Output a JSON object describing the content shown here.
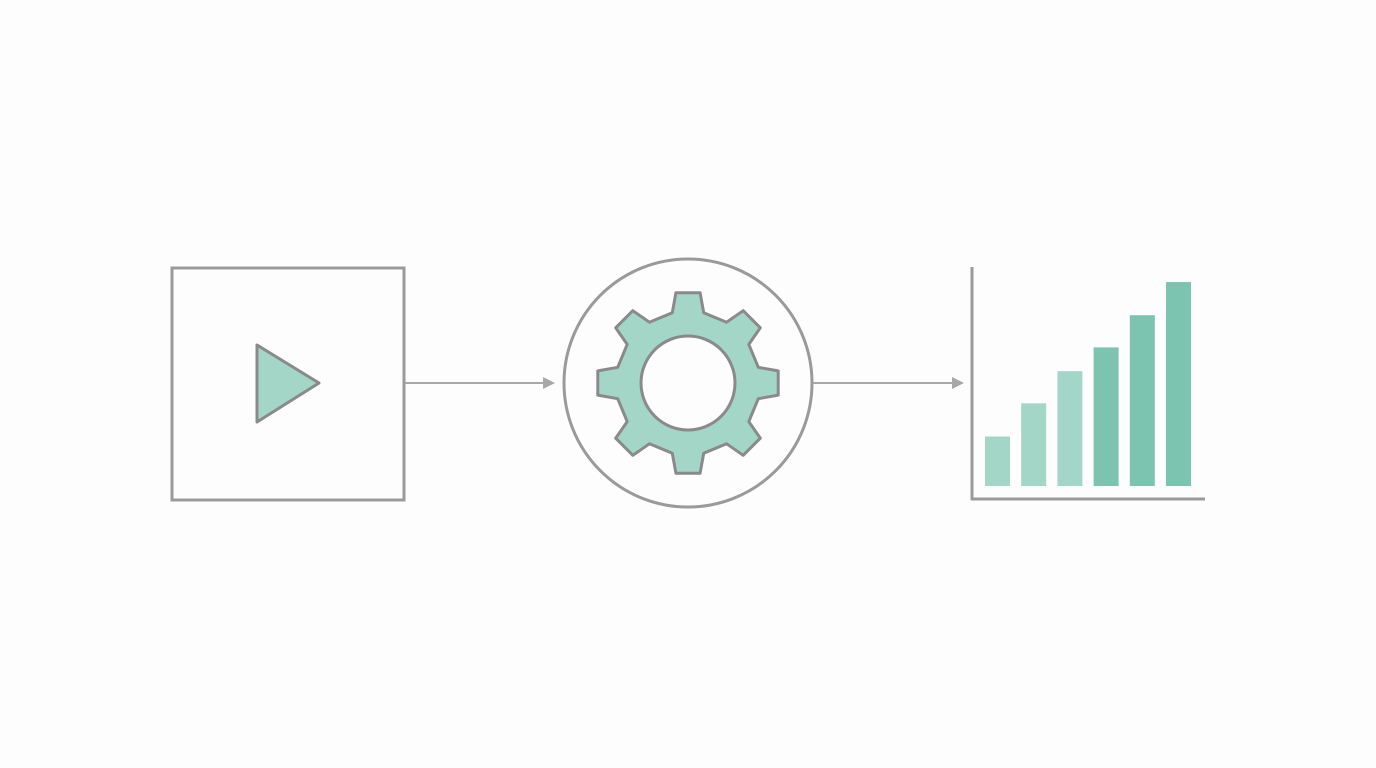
{
  "colors": {
    "stroke": "#9a9a9a",
    "arrow": "#a8a8a8",
    "accent_light": "#a3d6c6",
    "accent_dark": "#7cc3b0",
    "background": "#fdfdfd"
  },
  "nodes": [
    {
      "icon": "play-icon",
      "shape": "square"
    },
    {
      "icon": "gear-icon",
      "shape": "circle"
    },
    {
      "icon": "bar-chart-icon",
      "shape": "axes"
    }
  ],
  "bar_levels": [
    1,
    1.67,
    2.32,
    2.8,
    3.45,
    4.12
  ]
}
